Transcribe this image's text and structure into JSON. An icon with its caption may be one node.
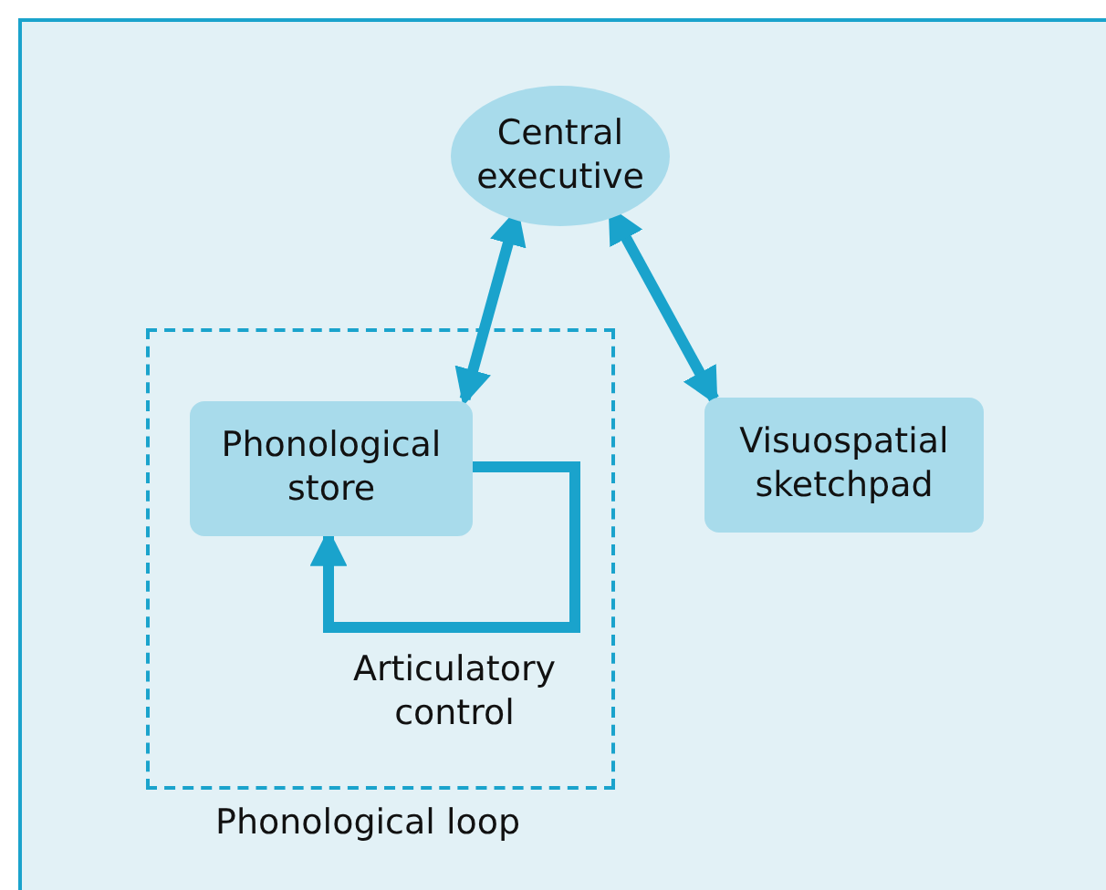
{
  "diagram": {
    "nodes": [
      {
        "text": [
          "Central executive"
        ]
      },
      {
        "text": [
          "Phonological loop"
        ]
      },
      {
        "text": [
          "Phonological store"
        ],
        "in": 1
      },
      {
        "text": [
          "Visuospatial sketchpad"
        ]
      }
    ],
    "edges": [
      {
        "from": 0,
        "to": 2,
        "arrow": "both"
      },
      {
        "from": 0,
        "to": 3,
        "arrow": "both"
      },
      {
        "from": 2,
        "to": 2,
        "arrow": "to",
        "label": "Articulatory control"
      }
    ]
  }
}
